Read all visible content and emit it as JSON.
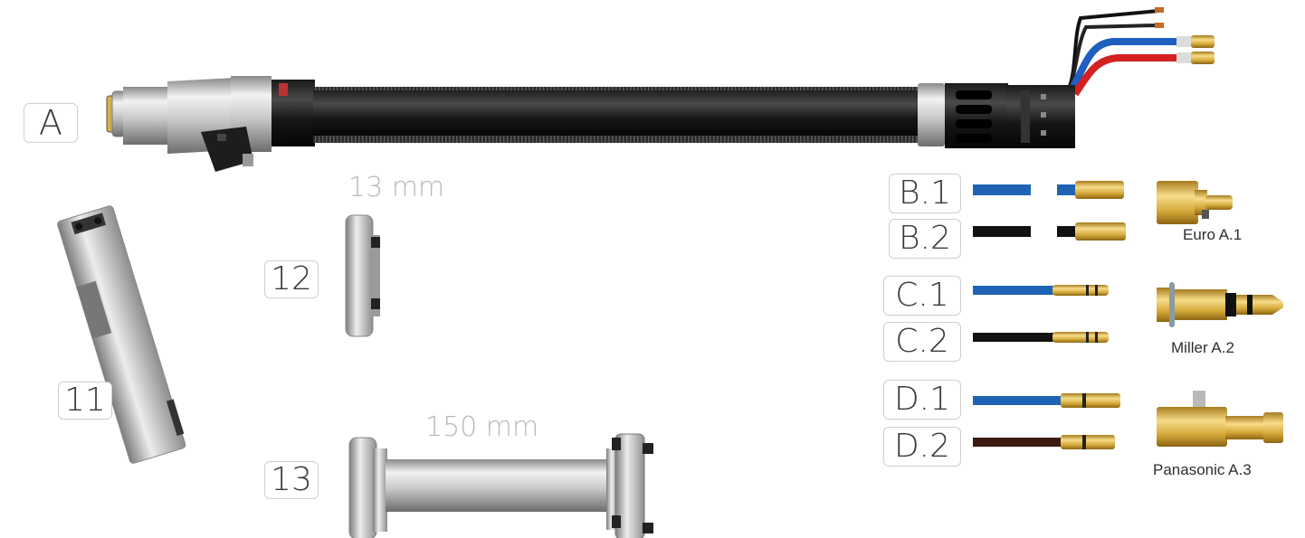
{
  "labels": {
    "torch": "A",
    "part11": "11",
    "part12": "12",
    "part13": "13",
    "b1": "B.1",
    "b2": "B.2",
    "c1": "C.1",
    "c2": "C.2",
    "d1": "D.1",
    "d2": "D.2"
  },
  "dimensions": {
    "part12": "13 mm",
    "part13": "150 mm"
  },
  "connectors": {
    "euro": "Euro A.1",
    "miller": "Miller A.2",
    "panasonic": "Panasonic A.3"
  },
  "colors": {
    "blue_cable": "#1f64b4",
    "black_cable": "#111111",
    "brown_cable": "#3b1a12",
    "red_cable": "#d42020",
    "brass": "#d9b24a",
    "steel": "#c8c8c8"
  }
}
